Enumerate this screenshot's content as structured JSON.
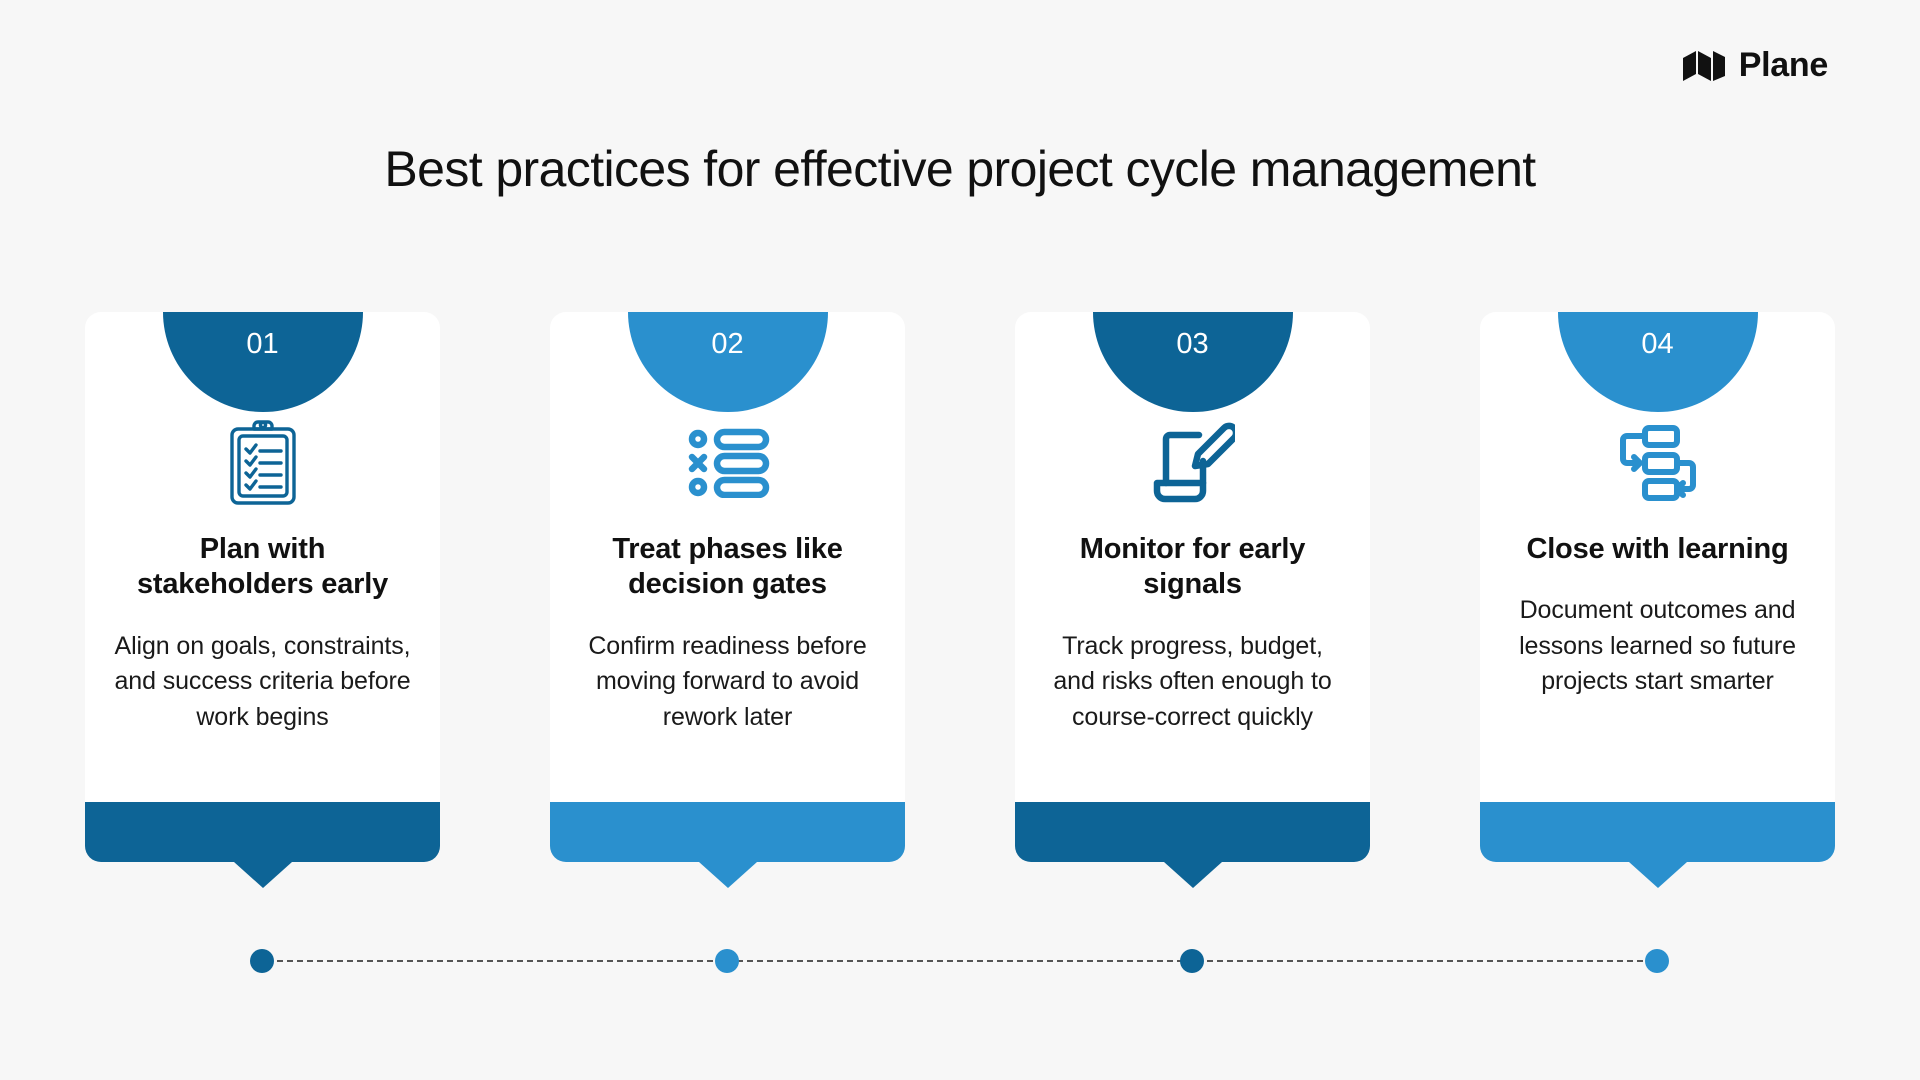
{
  "brand": {
    "name": "Plane",
    "mark_icon": "plane-logo-icon"
  },
  "page": {
    "title": "Best practices for effective project cycle management",
    "background_color": "#f7f7f7"
  },
  "colors": {
    "dark_blue": "#0D6496",
    "light_blue": "#2A90CE",
    "card_background": "#ffffff",
    "heading_text": "#111111"
  },
  "cards": [
    {
      "number": "01",
      "icon": "clipboard-checklist-icon",
      "heading": "Plan with stakeholders early",
      "text": "Align on goals, constraints, and success criteria before work begins",
      "color": "#0D6496"
    },
    {
      "number": "02",
      "icon": "task-list-status-icon",
      "heading": "Treat phases like decision gates",
      "text": "Confirm readiness before moving forward to avoid rework later",
      "color": "#2A90CE"
    },
    {
      "number": "03",
      "icon": "document-edit-pencil-icon",
      "heading": "Monitor for early signals",
      "text": "Track progress, budget, and risks often enough to course-correct quickly",
      "color": "#0D6496"
    },
    {
      "number": "04",
      "icon": "workflow-flowchart-icon",
      "heading": "Close with learning",
      "text": "Document outcomes and lessons learned so future projects start smarter",
      "color": "#2A90CE"
    }
  ],
  "timeline": {
    "style": "dashed",
    "dots": [
      {
        "color": "#0D6496"
      },
      {
        "color": "#2A90CE"
      },
      {
        "color": "#0D6496"
      },
      {
        "color": "#2A90CE"
      }
    ]
  }
}
